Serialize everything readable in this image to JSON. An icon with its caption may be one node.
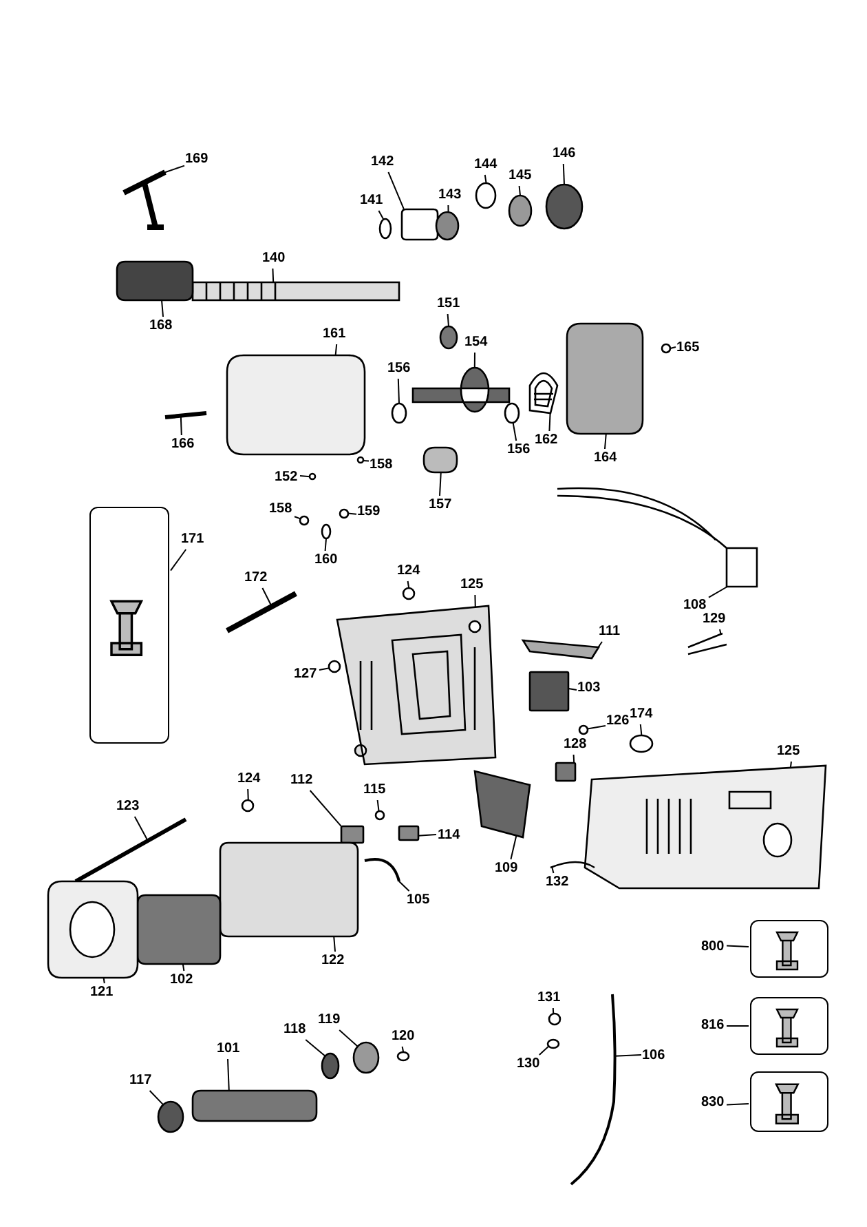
{
  "diagram": {
    "nodes": [
      {
        "text": [
          "169"
        ]
      },
      {
        "text": [],
        "shape": "picture"
      },
      {
        "text": [
          "142"
        ]
      },
      {
        "text": [],
        "shape": "box"
      },
      {
        "text": [
          "144"
        ]
      },
      {
        "text": [],
        "shape": "circle"
      },
      {
        "text": [
          "145"
        ]
      },
      {
        "text": [],
        "shape": "circle"
      },
      {
        "text": [
          "146"
        ]
      },
      {
        "text": [],
        "shape": "circle"
      },
      {
        "text": [
          "140"
        ]
      },
      {
        "text": [],
        "shape": "picture"
      },
      {
        "text": [
          "141"
        ]
      },
      {
        "text": [],
        "shape": "circle"
      },
      {
        "text": [
          "143"
        ]
      },
      {
        "text": [],
        "shape": "circle"
      },
      {
        "text": [
          "168"
        ]
      },
      {
        "text": [],
        "shape": "box"
      },
      {
        "text": [
          "151"
        ]
      },
      {
        "text": [],
        "shape": "circle"
      },
      {
        "text": [
          "161"
        ]
      },
      {
        "text": [],
        "shape": "box"
      },
      {
        "text": [
          "154"
        ]
      },
      {
        "text": [],
        "shape": "picture"
      },
      {
        "text": [
          "156"
        ]
      },
      {
        "text": [],
        "shape": "circle"
      },
      {
        "text": [
          "165"
        ]
      },
      {
        "text": [],
        "shape": "circle"
      },
      {
        "text": [
          "166"
        ]
      },
      {
        "text": [],
        "shape": "picture"
      },
      {
        "text": [
          "156"
        ]
      },
      {
        "text": [],
        "shape": "circle"
      },
      {
        "text": [
          "162"
        ]
      },
      {
        "text": [],
        "shape": "picture"
      },
      {
        "text": [
          "164"
        ]
      },
      {
        "text": [],
        "shape": "box"
      },
      {
        "text": [
          "152"
        ]
      },
      {
        "text": [],
        "shape": "circle"
      },
      {
        "text": [
          "158"
        ]
      },
      {
        "text": [],
        "shape": "circle"
      },
      {
        "text": [
          "158"
        ]
      },
      {
        "text": [],
        "shape": "circle"
      },
      {
        "text": [
          "159"
        ]
      },
      {
        "text": [],
        "shape": "circle"
      },
      {
        "text": [
          "157"
        ]
      },
      {
        "text": [],
        "shape": "box"
      },
      {
        "text": [
          "160"
        ]
      },
      {
        "text": [],
        "shape": "circle"
      },
      {
        "text": [
          "171"
        ]
      },
      {
        "text": [],
        "shape": "box"
      },
      {
        "text": [
          "172"
        ]
      },
      {
        "text": [],
        "shape": "picture"
      },
      {
        "text": [
          "124"
        ]
      },
      {
        "text": [],
        "shape": "circle"
      },
      {
        "text": [
          "125"
        ]
      },
      {
        "text": [],
        "shape": "picture"
      },
      {
        "text": [
          "108"
        ]
      },
      {
        "text": [],
        "shape": "picture"
      },
      {
        "text": [
          "127"
        ]
      },
      {
        "text": [],
        "shape": "circle"
      },
      {
        "text": [
          "111"
        ]
      },
      {
        "text": [],
        "shape": "picture"
      },
      {
        "text": [
          "129"
        ]
      },
      {
        "text": [],
        "shape": "picture"
      },
      {
        "text": [
          "103"
        ]
      },
      {
        "text": [],
        "shape": "box"
      },
      {
        "text": [
          "126"
        ]
      },
      {
        "text": [],
        "shape": "circle"
      },
      {
        "text": [
          "174"
        ]
      },
      {
        "text": [],
        "shape": "circle"
      },
      {
        "text": [
          "128"
        ]
      },
      {
        "text": [],
        "shape": "box"
      },
      {
        "text": [
          "125"
        ]
      },
      {
        "text": [],
        "shape": "picture"
      },
      {
        "text": [
          "123"
        ]
      },
      {
        "text": [],
        "shape": "picture"
      },
      {
        "text": [
          "124"
        ]
      },
      {
        "text": [],
        "shape": "circle"
      },
      {
        "text": [
          "112"
        ]
      },
      {
        "text": [],
        "shape": "box"
      },
      {
        "text": [
          "115"
        ]
      },
      {
        "text": [],
        "shape": "circle"
      },
      {
        "text": [
          "114"
        ]
      },
      {
        "text": [],
        "shape": "box"
      },
      {
        "text": [
          "105"
        ]
      },
      {
        "text": [],
        "shape": "picture"
      },
      {
        "text": [
          "109"
        ]
      },
      {
        "text": [],
        "shape": "picture"
      },
      {
        "text": [
          "132"
        ]
      },
      {
        "text": [],
        "shape": "picture"
      },
      {
        "text": [
          "122"
        ]
      },
      {
        "text": [],
        "shape": "box"
      },
      {
        "text": [
          "102"
        ]
      },
      {
        "text": [],
        "shape": "box"
      },
      {
        "text": [
          "121"
        ]
      },
      {
        "text": [],
        "shape": "picture"
      },
      {
        "text": [
          "800"
        ]
      },
      {
        "text": [],
        "shape": "box"
      },
      {
        "text": [
          "120"
        ]
      },
      {
        "text": [],
        "shape": "circle"
      },
      {
        "text": [
          "131"
        ]
      },
      {
        "text": [],
        "shape": "circle"
      },
      {
        "text": [
          "130"
        ]
      },
      {
        "text": [],
        "shape": "circle"
      },
      {
        "text": [
          "816"
        ]
      },
      {
        "text": [],
        "shape": "box"
      },
      {
        "text": [
          "118"
        ]
      },
      {
        "text": [],
        "shape": "circle"
      },
      {
        "text": [
          "119"
        ]
      },
      {
        "text": [],
        "shape": "circle"
      },
      {
        "text": [
          "101"
        ]
      },
      {
        "text": [],
        "shape": "box"
      },
      {
        "text": [
          "117"
        ]
      },
      {
        "text": [],
        "shape": "circle"
      },
      {
        "text": [
          "106"
        ]
      },
      {
        "text": [],
        "shape": "picture"
      },
      {
        "text": [
          "830"
        ]
      },
      {
        "text": [],
        "shape": "box"
      }
    ],
    "edges": [
      {
        "from": 0,
        "to": 1,
        "arrow": "none"
      },
      {
        "from": 2,
        "to": 3,
        "arrow": "none"
      },
      {
        "from": 4,
        "to": 5,
        "arrow": "none"
      },
      {
        "from": 6,
        "to": 7,
        "arrow": "none"
      },
      {
        "from": 8,
        "to": 9,
        "arrow": "none"
      },
      {
        "from": 10,
        "to": 11,
        "arrow": "none"
      },
      {
        "from": 12,
        "to": 13,
        "arrow": "none"
      },
      {
        "from": 14,
        "to": 15,
        "arrow": "none"
      },
      {
        "from": 16,
        "to": 17,
        "arrow": "none"
      },
      {
        "from": 18,
        "to": 19,
        "arrow": "none"
      },
      {
        "from": 20,
        "to": 21,
        "arrow": "none"
      },
      {
        "from": 22,
        "to": 23,
        "arrow": "none"
      },
      {
        "from": 24,
        "to": 25,
        "arrow": "none"
      },
      {
        "from": 26,
        "to": 27,
        "arrow": "none"
      },
      {
        "from": 28,
        "to": 29,
        "arrow": "none"
      },
      {
        "from": 30,
        "to": 31,
        "arrow": "none"
      },
      {
        "from": 32,
        "to": 33,
        "arrow": "none"
      },
      {
        "from": 34,
        "to": 35,
        "arrow": "none"
      },
      {
        "from": 36,
        "to": 37,
        "arrow": "none"
      },
      {
        "from": 38,
        "to": 39,
        "arrow": "none"
      },
      {
        "from": 40,
        "to": 41,
        "arrow": "none"
      },
      {
        "from": 42,
        "to": 43,
        "arrow": "none"
      },
      {
        "from": 44,
        "to": 45,
        "arrow": "none"
      },
      {
        "from": 46,
        "to": 47,
        "arrow": "none"
      },
      {
        "from": 48,
        "to": 49,
        "arrow": "none"
      },
      {
        "from": 50,
        "to": 51,
        "arrow": "none"
      },
      {
        "from": 52,
        "to": 53,
        "arrow": "none"
      },
      {
        "from": 54,
        "to": 55,
        "arrow": "none"
      },
      {
        "from": 56,
        "to": 57,
        "arrow": "none"
      },
      {
        "from": 58,
        "to": 59,
        "arrow": "none"
      },
      {
        "from": 60,
        "to": 61,
        "arrow": "none"
      },
      {
        "from": 62,
        "to": 63,
        "arrow": "none"
      },
      {
        "from": 64,
        "to": 65,
        "arrow": "none"
      },
      {
        "from": 66,
        "to": 67,
        "arrow": "none"
      },
      {
        "from": 68,
        "to": 69,
        "arrow": "none"
      },
      {
        "from": 70,
        "to": 71,
        "arrow": "none"
      },
      {
        "from": 72,
        "to": 73,
        "arrow": "none"
      },
      {
        "from": 74,
        "to": 75,
        "arrow": "none"
      },
      {
        "from": 76,
        "to": 77,
        "arrow": "none"
      },
      {
        "from": 78,
        "to": 79,
        "arrow": "none"
      },
      {
        "from": 80,
        "to": 81,
        "arrow": "none"
      },
      {
        "from": 82,
        "to": 83,
        "arrow": "none"
      },
      {
        "from": 84,
        "to": 85,
        "arrow": "none"
      },
      {
        "from": 86,
        "to": 87,
        "arrow": "none"
      },
      {
        "from": 88,
        "to": 89,
        "arrow": "none"
      },
      {
        "from": 90,
        "to": 91,
        "arrow": "none"
      },
      {
        "from": 92,
        "to": 93,
        "arrow": "none"
      },
      {
        "from": 94,
        "to": 95,
        "arrow": "none"
      },
      {
        "from": 96,
        "to": 97,
        "arrow": "none"
      },
      {
        "from": 98,
        "to": 99,
        "arrow": "none"
      },
      {
        "from": 100,
        "to": 101,
        "arrow": "none"
      },
      {
        "from": 102,
        "to": 103,
        "arrow": "none"
      },
      {
        "from": 104,
        "to": 105,
        "arrow": "none"
      },
      {
        "from": 106,
        "to": 107,
        "arrow": "none"
      },
      {
        "from": 108,
        "to": 109,
        "arrow": "none"
      },
      {
        "from": 110,
        "to": 111,
        "arrow": "none"
      },
      {
        "from": 112,
        "to": 113,
        "arrow": "none"
      },
      {
        "from": 114,
        "to": 115,
        "arrow": "none"
      },
      {
        "from": 116,
        "to": 117,
        "arrow": "none"
      }
    ]
  }
}
